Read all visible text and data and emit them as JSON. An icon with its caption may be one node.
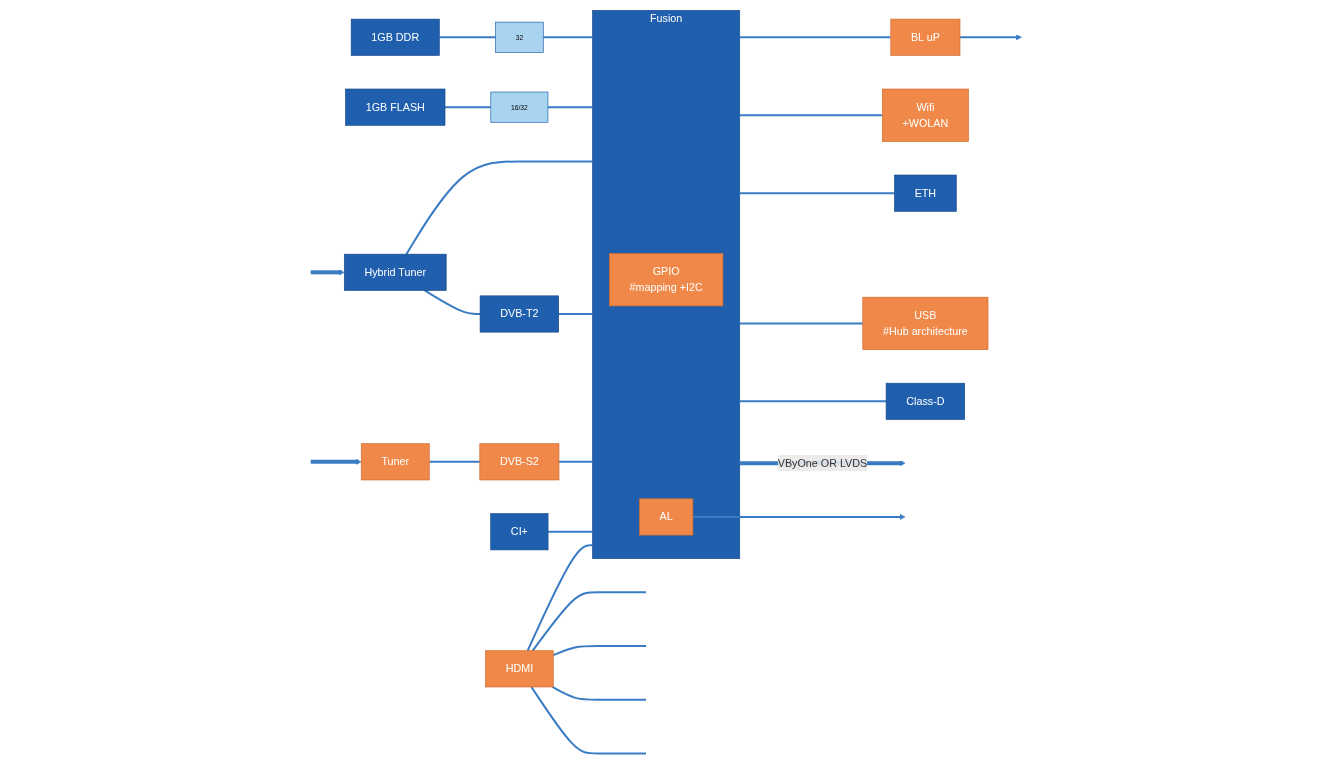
{
  "diagram": {
    "nodes": [
      {
        "text": [
          "1GB DDR"
        ]
      },
      {
        "text": [
          "1GB FLASH"
        ]
      },
      {
        "text": [
          "32"
        ]
      },
      {
        "text": [
          "16/32"
        ]
      },
      {
        "text": [
          "Hybrid Tuner"
        ]
      },
      {
        "text": [
          "DVB-T2"
        ]
      },
      {
        "text": [
          "Tuner"
        ]
      },
      {
        "text": [
          "DVB-S2"
        ]
      },
      {
        "text": [
          "CI+"
        ]
      },
      {
        "text": [
          "HDMI"
        ]
      },
      {
        "text": [
          "Fusion"
        ]
      },
      {
        "text": [
          "GPIO",
          "#mapping +I2C"
        ],
        "in": 10
      },
      {
        "text": [
          "AL"
        ],
        "in": 10
      },
      {
        "text": [
          "BL uP"
        ]
      },
      {
        "text": [
          "Wifi",
          "+WOLAN"
        ]
      },
      {
        "text": [
          "ETH"
        ]
      },
      {
        "text": [
          "USB",
          "#Hub architecture"
        ]
      },
      {
        "text": [
          "Class-D"
        ]
      }
    ],
    "edges": [
      {
        "from": null,
        "to": 4,
        "arrow": "to",
        "style": "thick"
      },
      {
        "from": null,
        "to": 6,
        "arrow": "to",
        "style": "thick"
      },
      {
        "from": 0,
        "to": 2,
        "arrow": "none"
      },
      {
        "from": 2,
        "to": 10,
        "arrow": "none"
      },
      {
        "from": 1,
        "to": 3,
        "arrow": "none"
      },
      {
        "from": 3,
        "to": 10,
        "arrow": "none"
      },
      {
        "from": 4,
        "to": 10,
        "arrow": "none"
      },
      {
        "from": 4,
        "to": 5,
        "arrow": "none"
      },
      {
        "from": 5,
        "to": 10,
        "arrow": "none"
      },
      {
        "from": 6,
        "to": 7,
        "arrow": "none"
      },
      {
        "from": 7,
        "to": 10,
        "arrow": "none"
      },
      {
        "from": 8,
        "to": 10,
        "arrow": "none"
      },
      {
        "from": 9,
        "to": 10,
        "arrow": "none"
      },
      {
        "from": 9,
        "to": null,
        "arrow": "none"
      },
      {
        "from": 9,
        "to": null,
        "arrow": "none"
      },
      {
        "from": 9,
        "to": null,
        "arrow": "none"
      },
      {
        "from": 9,
        "to": null,
        "arrow": "none"
      },
      {
        "from": 10,
        "to": null,
        "arrow": "to",
        "style": "thick",
        "label": "VByOne OR LVDS"
      },
      {
        "from": 12,
        "to": null,
        "arrow": "to"
      },
      {
        "from": 10,
        "to": 13,
        "arrow": "none"
      },
      {
        "from": 13,
        "to": null,
        "arrow": "to"
      },
      {
        "from": 10,
        "to": 14,
        "arrow": "none"
      },
      {
        "from": 10,
        "to": 15,
        "arrow": "none"
      },
      {
        "from": 10,
        "to": 16,
        "arrow": "none"
      },
      {
        "from": 10,
        "to": 17,
        "arrow": "none"
      }
    ]
  }
}
